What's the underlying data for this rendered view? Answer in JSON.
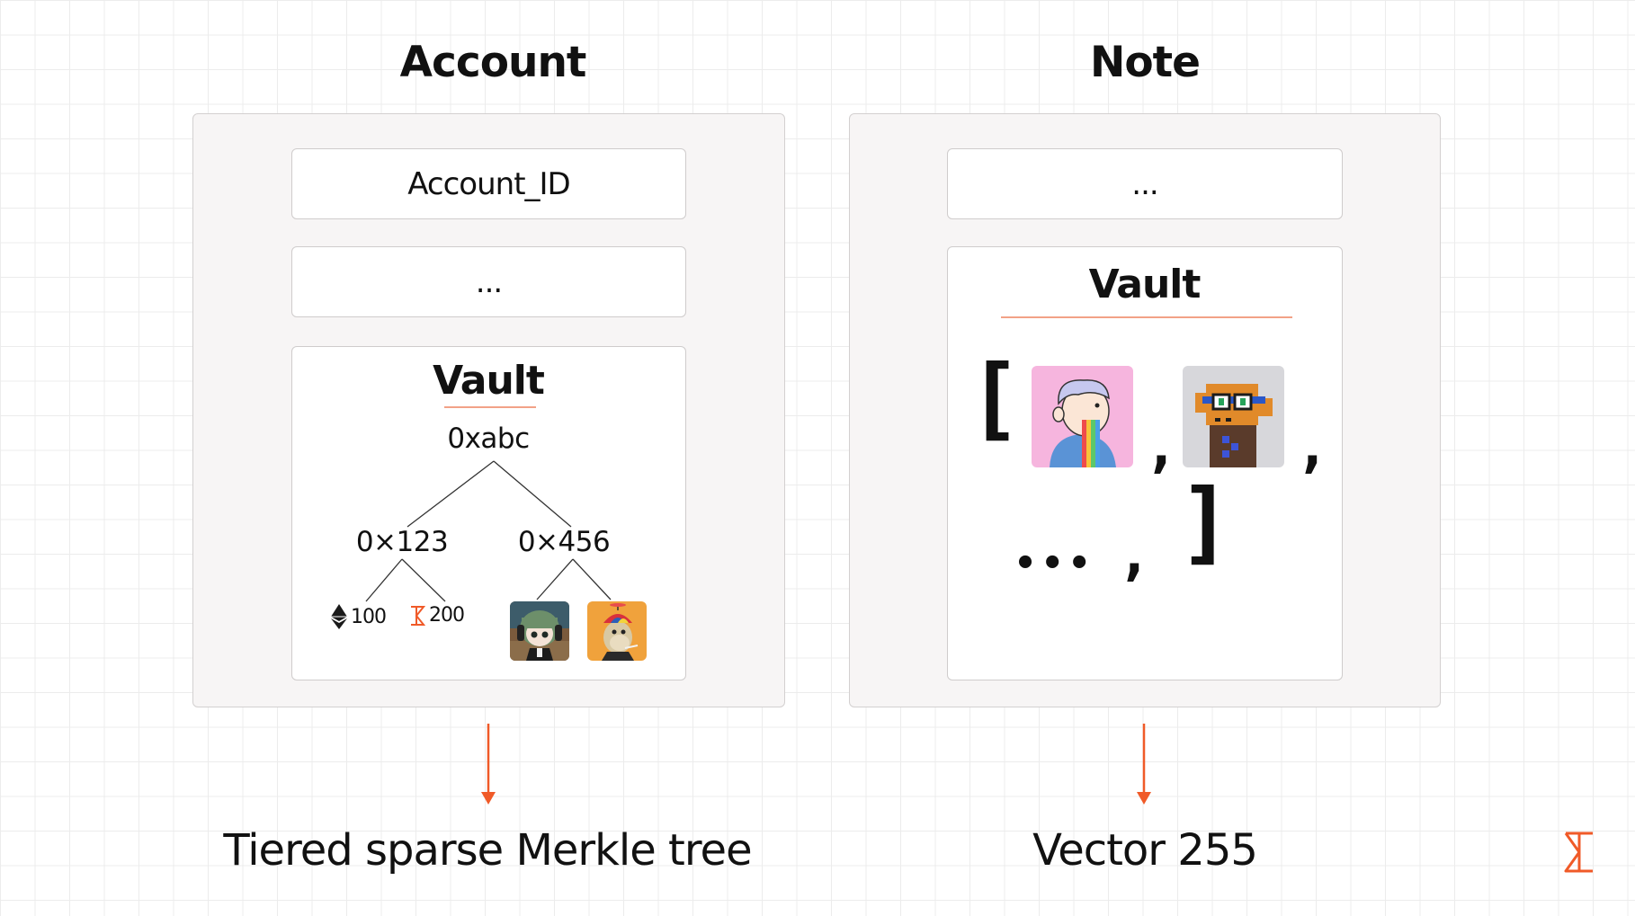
{
  "account": {
    "title": "Account",
    "field_id": "Account_ID",
    "field_more": "...",
    "vault": {
      "title": "Vault",
      "root": "0xabc",
      "left_node": "0×123",
      "right_node": "0×456",
      "tokens": [
        {
          "icon": "ethereum-icon",
          "amount": "100"
        },
        {
          "icon": "polygon-miden-icon",
          "amount": "200"
        }
      ],
      "nfts": [
        "anime-girl-nft",
        "bored-ape-nft"
      ]
    },
    "caption": "Tiered sparse Merkle tree"
  },
  "note": {
    "title": "Note",
    "field_more": "...",
    "vault": {
      "title": "Vault",
      "items": [
        "rainbow-vomit-nft",
        "pixel-dog-nft"
      ],
      "open_bracket": "[",
      "close_bracket": "]",
      "separator": ",",
      "ellipsis": "•••"
    },
    "caption": "Vector 255"
  },
  "colors": {
    "accent": "#f05a28",
    "panel_bg": "#f7f5f5",
    "panel_border": "#d3d0d0",
    "grid": "#ececec"
  },
  "logo": {
    "icon": "sigma-logo-icon"
  }
}
